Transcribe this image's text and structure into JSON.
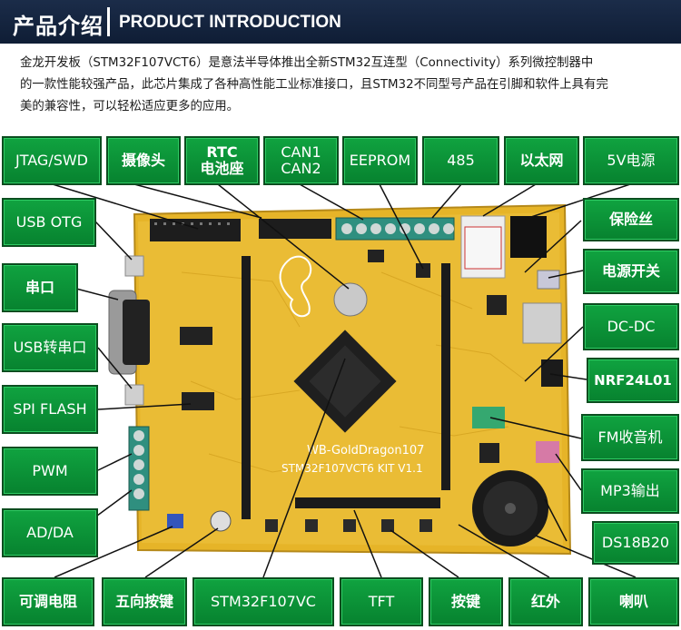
{
  "header": {
    "title_cn": "产品介绍",
    "title_en": "PRODUCT INTRODUCTION",
    "accent_color": "#1b2c49"
  },
  "intro": {
    "line1": "金龙开发板（STM32F107VCT6）是意法半导体推出全新STM32互连型（Connectivity）系列微控制器中",
    "line2": "的一款性能较强产品，此芯片集成了各种高性能工业标准接口，且STM32不同型号产品在引脚和软件上具有完",
    "line3": "美的兼容性，可以轻松适应更多的应用。"
  },
  "board": {
    "silk_name": "WB-GoldDragon107",
    "silk_model": "STM32F107VCT6 KIT V1.1",
    "board_color": "#e8b52a"
  },
  "labels": {
    "jtag": "JTAG/SWD",
    "camera": "摄像头",
    "rtc": "RTC\n电池座",
    "can": "CAN1\nCAN2",
    "eeprom": "EEPROM",
    "rs485": "485",
    "ethernet": "以太网",
    "power5v": "5V电源",
    "usb_otg": "USB OTG",
    "fuse": "保险丝",
    "serial": "串口",
    "power_switch": "电源开关",
    "usb_serial": "USB转串口",
    "dcdc": "DC-DC",
    "spi_flash": "SPI FLASH",
    "nrf": "NRF24L01",
    "pwm": "PWM",
    "fm": "FM收音机",
    "mp3": "MP3输出",
    "adda": "AD/DA",
    "ds18b20": "DS18B20",
    "pot": "可调电阻",
    "joystick": "五向按键",
    "mcu": "STM32F107VC",
    "tft": "TFT",
    "keys": "按键",
    "ir": "红外",
    "speaker": "喇叭"
  }
}
